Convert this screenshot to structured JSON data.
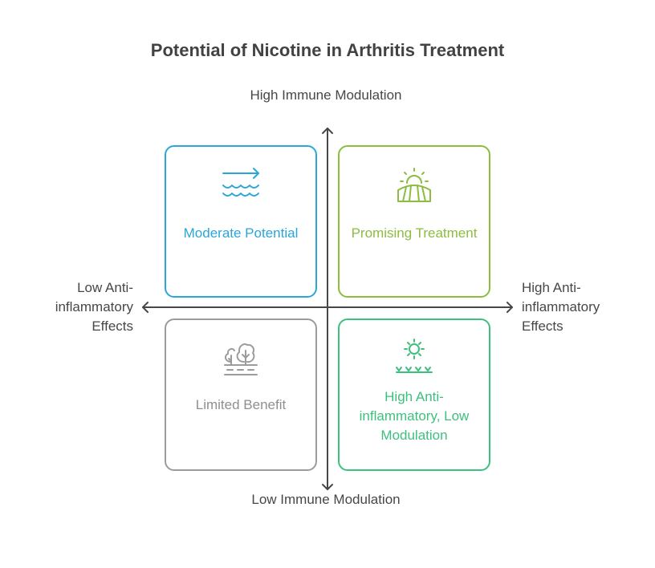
{
  "title": "Potential of Nicotine in Arthritis Treatment",
  "axes": {
    "y_top": "High Immune Modulation",
    "y_bottom": "Low Immune Modulation",
    "x_left": "Low Anti-inflammatory Effects",
    "x_right": "High Anti-inflammatory Effects"
  },
  "quadrants": {
    "top_left": {
      "label": "Moderate Potential",
      "icon": "water-flow-arrow-icon",
      "color": "#2aa6d9"
    },
    "top_right": {
      "label": "Promising Treatment",
      "icon": "sunrise-field-icon",
      "color": "#8cbd3f"
    },
    "bottom_left": {
      "label": "Limited Benefit",
      "icon": "trees-road-icon",
      "color": "#8f8f8f"
    },
    "bottom_right": {
      "label": "High Anti-inflammatory, Low Modulation",
      "icon": "sun-grass-icon",
      "color": "#3dc07e"
    }
  }
}
